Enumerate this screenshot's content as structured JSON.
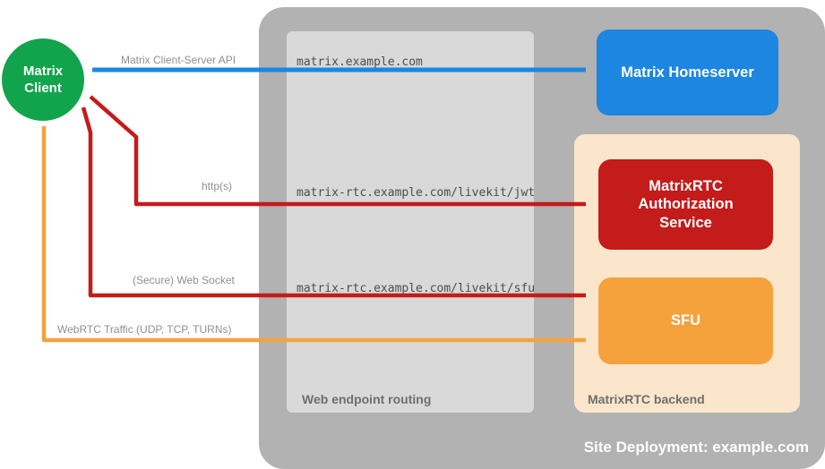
{
  "title": "Site Deployment: example.com",
  "client": {
    "label": "Matrix\nClient",
    "color": "#12a44c"
  },
  "containers": {
    "site_deployment": {
      "color": "#b2b2b2"
    },
    "web_endpoint_routing": {
      "label": "Web endpoint routing",
      "color": "#d9d9d9"
    },
    "matrixrtc_backend": {
      "label": "MatrixRTC backend",
      "color": "#fbe6cb"
    }
  },
  "nodes": {
    "homeserver": {
      "label": "Matrix Homeserver",
      "color": "#1c86e0"
    },
    "auth_service": {
      "label": "MatrixRTC Authorization Service",
      "color": "#c41b1b"
    },
    "sfu": {
      "label": "SFU",
      "color": "#f6a23c"
    }
  },
  "routes": {
    "homeserver": "matrix.example.com",
    "livekit_jwt": "matrix-rtc.example.com/livekit/jwt",
    "livekit_sfu": "matrix-rtc.example.com/livekit/sfu"
  },
  "arrows": {
    "client_server_api": {
      "label": "Matrix Client-Server API",
      "color": "#1c86e0"
    },
    "http": {
      "label": "http(s)",
      "color": "#c41b1b"
    },
    "web_socket": {
      "label": "(Secure) Web Socket",
      "color": "#c41b1b"
    },
    "webrtc": {
      "label": "WebRTC Traffic (UDP, TCP, TURNs)",
      "color": "#f6a23c"
    }
  }
}
